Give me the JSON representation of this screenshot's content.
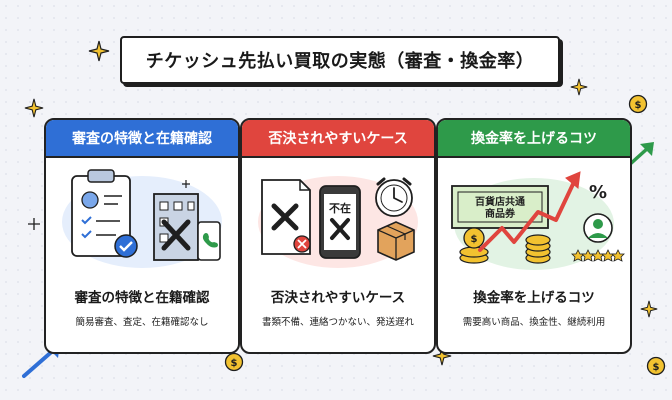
{
  "title": "チケッシュ先払い買取の実態（審査・換金率）",
  "cards": [
    {
      "header": "審査の特徴と在籍確認",
      "title": "審査の特徴と在籍確認",
      "subtitle": "簡易審査、査定、在籍確認なし",
      "color": "#2f6fd6"
    },
    {
      "header": "否決されやすいケース",
      "title": "否決されやすいケース",
      "subtitle": "書類不備、連絡つかない、発送遅れ",
      "color": "#e0453e",
      "phone_label": "不在"
    },
    {
      "header": "換金率を上げるコツ",
      "title": "換金率を上げるコツ",
      "subtitle": "需要高い商品、換金性、継続利用",
      "color": "#2e9a4a",
      "voucher_line1": "百貨店共通",
      "voucher_line2": "商品券",
      "percent_symbol": "%"
    }
  ],
  "colors": {
    "background": "#f3f4f8",
    "gold": "#f2c230",
    "ink": "#1f1f1f"
  },
  "icons": [
    "clipboard-icon",
    "building-icon",
    "phone-icon",
    "document-icon",
    "alarm-clock-icon",
    "package-icon",
    "voucher-icon",
    "trend-arrow-icon",
    "coin-icon",
    "person-icon",
    "sparkle-icon"
  ]
}
